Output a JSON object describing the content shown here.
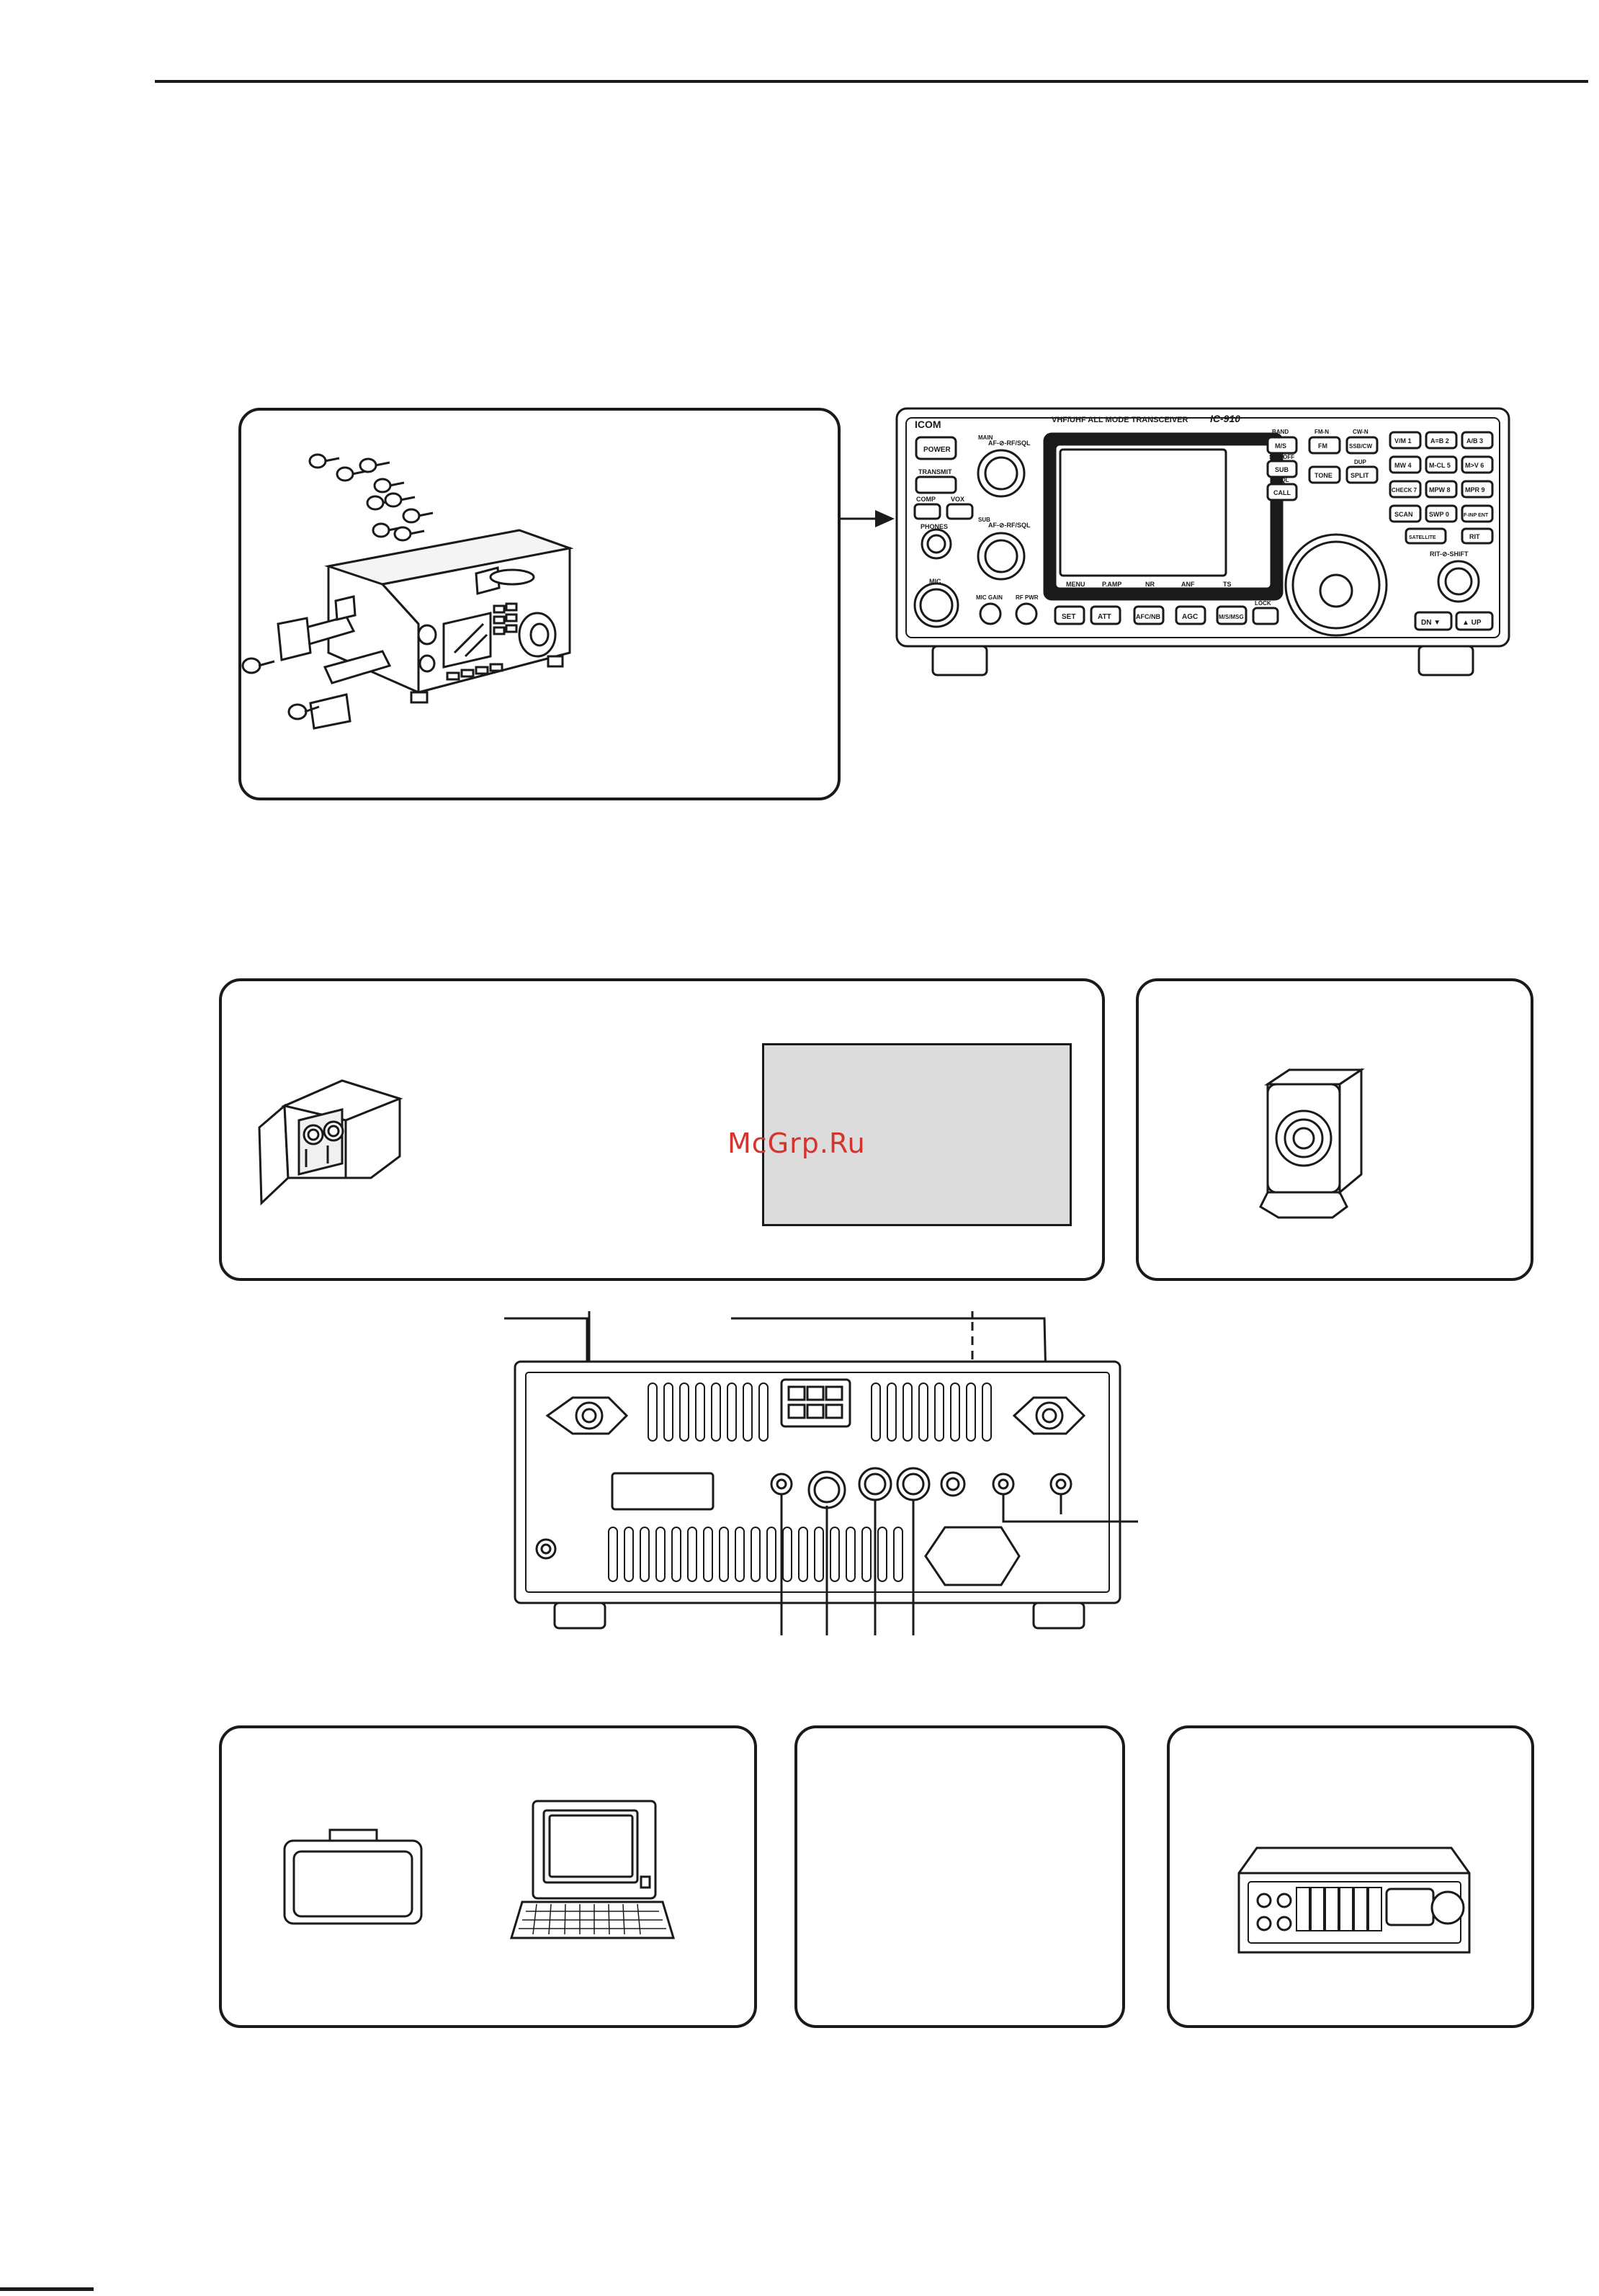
{
  "watermark": "McGrp.Ru",
  "front_panel": {
    "brand": "ICOM",
    "model_desc": "VHF/UHF  ALL MODE TRANSCEIVER",
    "model": "IC-910",
    "left_buttons": [
      "POWER",
      "TRANSMIT",
      "COMP",
      "VOX",
      "PHONES",
      "MIC"
    ],
    "knob_labels": [
      "AF-⊘-RF/SQL",
      "AF-⊘-RF/SQL"
    ],
    "main_tag": "MAIN",
    "sub_tag": "SUB",
    "lower_labels": [
      "MIC GAIN",
      "RF PWR"
    ],
    "display_buttons": [
      "MENU",
      "P.AMP",
      "NR",
      "ANF",
      "TS"
    ],
    "bottom_buttons": [
      "SET",
      "ATT",
      "AFC/NB",
      "AGC",
      "M/S/MSG"
    ],
    "lock": "LOCK",
    "band_labels": [
      "BAND",
      "M/S",
      "SUB OFF",
      "SUB",
      "T-SQL",
      "CALL"
    ],
    "mode_labels": [
      "FM-N",
      "CW-N",
      "FM",
      "SSB/CW",
      "DUP",
      "TONE",
      "SPLIT"
    ],
    "keypad": [
      "V/M 1",
      "A=B 2",
      "A/B 3",
      "MW 4",
      "M-CL 5",
      "M>V 6",
      "CHECK 7",
      "MPW 8",
      "MPR 9",
      "SCAN",
      "SWP 0",
      "F-INP ENT"
    ],
    "keypad_extra": [
      "SATELLITE",
      "RIT"
    ],
    "rit_label": "RIT-⊘-SHIFT",
    "updown": [
      "DN ▼",
      "▲ UP"
    ]
  }
}
